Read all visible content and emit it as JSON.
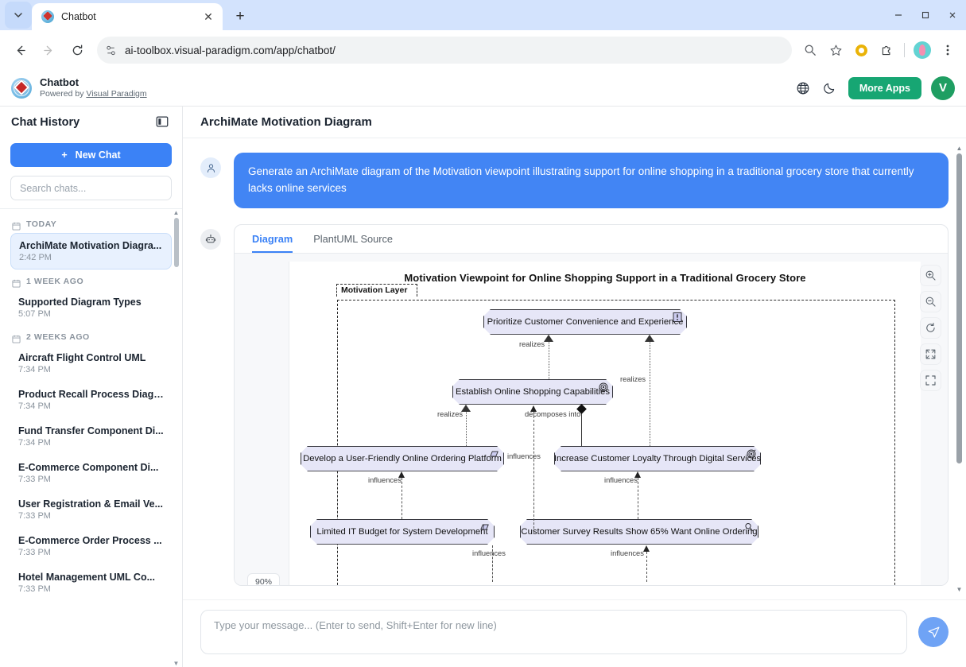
{
  "browser": {
    "tab": {
      "title": "Chatbot",
      "favicon": "visual-paradigm-favicon",
      "close_label": "✕"
    },
    "new_tab_label": "+",
    "url": "ai-toolbox.visual-paradigm.com/app/chatbot/",
    "nav": {
      "back": "←",
      "forward": "→",
      "reload": "⟳"
    },
    "window": {
      "minimize": "—",
      "maximize": "▢",
      "close": "✕"
    }
  },
  "app": {
    "brand_title": "Chatbot",
    "brand_sub_prefix": "Powered by ",
    "brand_sub_link": "Visual Paradigm",
    "more_apps_label": "More Apps",
    "avatar_initial": "V"
  },
  "sidebar": {
    "heading": "Chat History",
    "new_chat_label": "New Chat",
    "new_chat_plus": "+",
    "search_placeholder": "Search chats...",
    "groups": [
      {
        "label": "TODAY",
        "items": [
          {
            "name": "ArchiMate Motivation Diagra...",
            "time": "2:42 PM",
            "active": true
          }
        ]
      },
      {
        "label": "1 WEEK AGO",
        "items": [
          {
            "name": "Supported Diagram Types",
            "time": "5:07 PM",
            "active": false
          }
        ]
      },
      {
        "label": "2 WEEKS AGO",
        "items": [
          {
            "name": "Aircraft Flight Control UML",
            "time": "7:34 PM",
            "active": false
          },
          {
            "name": "Product Recall Process Diagr...",
            "time": "7:34 PM",
            "active": false
          },
          {
            "name": "Fund Transfer Component Di...",
            "time": "7:34 PM",
            "active": false
          },
          {
            "name": "E-Commerce Component Di...",
            "time": "7:33 PM",
            "active": false
          },
          {
            "name": "User Registration & Email Ve...",
            "time": "7:33 PM",
            "active": false
          },
          {
            "name": "E-Commerce Order Process ...",
            "time": "7:33 PM",
            "active": false
          },
          {
            "name": "Hotel Management UML Co...",
            "time": "7:33 PM",
            "active": false
          }
        ]
      }
    ]
  },
  "main": {
    "title": "ArchiMate Motivation Diagram",
    "user_message": "Generate an ArchiMate diagram of the Motivation viewpoint illustrating support for online shopping in a traditional grocery store that currently lacks online services",
    "tabs": [
      {
        "label": "Diagram",
        "active": true
      },
      {
        "label": "PlantUML Source",
        "active": false
      }
    ],
    "zoom_percent": "90%",
    "controls": [
      {
        "name": "zoom-in",
        "glyph": "zoom-in-icon"
      },
      {
        "name": "zoom-out",
        "glyph": "zoom-out-icon"
      },
      {
        "name": "reset",
        "glyph": "reset-icon"
      },
      {
        "name": "fit",
        "glyph": "fit-icon"
      },
      {
        "name": "fullscreen",
        "glyph": "fullscreen-icon"
      }
    ]
  },
  "diagram": {
    "title": "Motivation Viewpoint for Online Shopping Support in a Traditional Grocery Store",
    "layer_label": "Motivation Layer",
    "nodes": [
      {
        "id": "driver",
        "label": "Prioritize Customer Convenience and Experience",
        "icon": "driver-icon"
      },
      {
        "id": "goal",
        "label": "Establish Online Shopping Capabilities",
        "icon": "goal-icon"
      },
      {
        "id": "req1",
        "label": "Develop a User-Friendly Online Ordering Platform",
        "icon": "requirement-icon"
      },
      {
        "id": "outcome",
        "label": "Increase Customer Loyalty Through Digital Services",
        "icon": "outcome-icon"
      },
      {
        "id": "constraint",
        "label": "Limited IT Budget for System Development",
        "icon": "constraint-icon"
      },
      {
        "id": "assessment",
        "label": "Customer Survey Results Show 65% Want Online Ordering",
        "icon": "assessment-icon"
      }
    ],
    "edges": [
      {
        "label": "realizes"
      },
      {
        "label": "realizes"
      },
      {
        "label": "realizes"
      },
      {
        "label": "decomposes into"
      },
      {
        "label": "influences"
      },
      {
        "label": "influences"
      },
      {
        "label": "influences"
      },
      {
        "label": "influences"
      },
      {
        "label": "influences"
      }
    ]
  },
  "composer": {
    "placeholder": "Type your message... (Enter to send, Shift+Enter for new line)",
    "value": "",
    "send_icon": "send-icon"
  }
}
